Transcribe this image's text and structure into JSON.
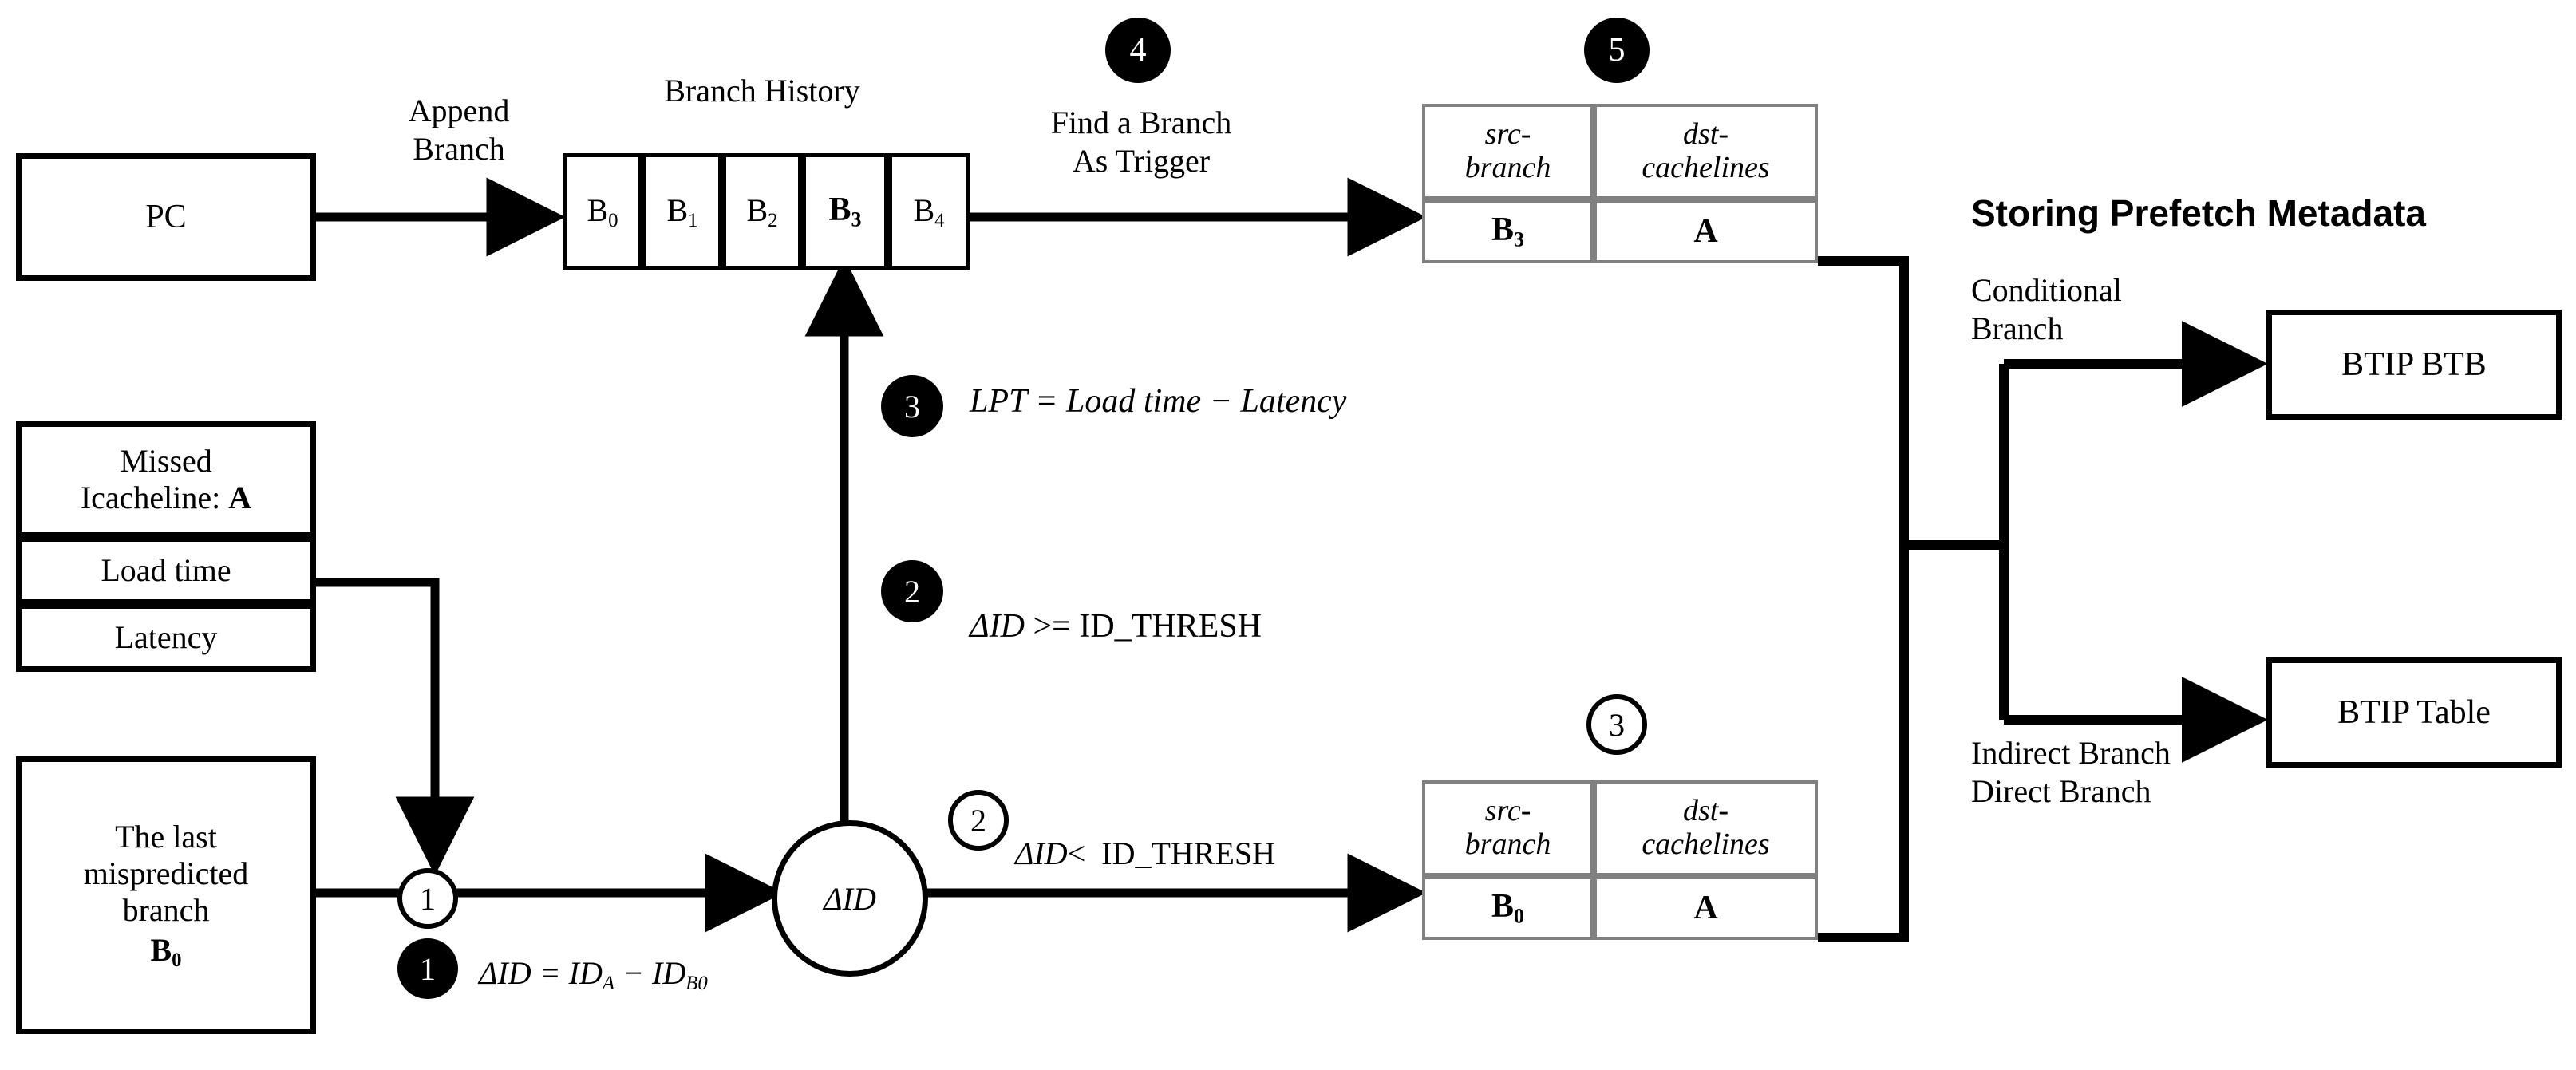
{
  "diagram": {
    "title_right": "Storing Prefetch Metadata",
    "left_blocks": {
      "pc": "PC",
      "missed_icacheline_prefix": "Missed\nIcacheline: ",
      "missed_icacheline_value": "A",
      "load_time": "Load time",
      "latency": "Latency",
      "last_mispredicted_prefix": "The last\nmispredicted\nbranch",
      "last_mispredicted_value_base": "B",
      "last_mispredicted_value_sub": "0"
    },
    "edge_labels": {
      "append_branch": "Append\nBranch",
      "branch_history": "Branch History",
      "find_branch_trigger": "Find a  Branch\nAs Trigger",
      "conditional_branch": "Conditional\nBranch",
      "indirect_direct_branch": "Indirect Branch\nDirect Branch"
    },
    "branch_history": {
      "caption": "Branch History",
      "cells": [
        {
          "base": "B",
          "sub": "0",
          "bold": false
        },
        {
          "base": "B",
          "sub": "1",
          "bold": false
        },
        {
          "base": "B",
          "sub": "2",
          "bold": false
        },
        {
          "base": "B",
          "sub": "3",
          "bold": true
        },
        {
          "base": "B",
          "sub": "4",
          "bold": false
        }
      ]
    },
    "delta_node": "ΔID",
    "formulas": {
      "f1": "ΔID = ID",
      "f1_sub_a": "A",
      "f1_mid": " − ID",
      "f1_sub_b": "B0",
      "f2_lt": "ΔID <  ID_THRESH",
      "f2_ge": "ΔID  >= ID_THRESH",
      "f3_lpt": "LPT = Load time  −  Latency"
    },
    "step_badges": {
      "b1_open": "1",
      "b1_filled": "1",
      "b2_open": "2",
      "b2_filled": "2",
      "b3_filled": "3",
      "b3_open": "3",
      "b4_filled": "4",
      "b5_filled": "5"
    },
    "tables": [
      {
        "name": "prefetch-metadata-table-top",
        "columns": [
          "src-\nbranch",
          "dst-\ncachelines"
        ],
        "rows": [
          {
            "src_base": "B",
            "src_sub": "3",
            "dst": "A"
          }
        ]
      },
      {
        "name": "prefetch-metadata-table-bottom",
        "columns": [
          "src-\nbranch",
          "dst-\ncachelines"
        ],
        "rows": [
          {
            "src_base": "B",
            "src_sub": "0",
            "dst": "A"
          }
        ]
      }
    ],
    "storage_targets": {
      "btip_btb": "BTIP BTB",
      "btip_table": "BTIP Table"
    },
    "colors": {
      "ink": "#000000",
      "table_border": "#808080",
      "background": "#ffffff"
    }
  }
}
